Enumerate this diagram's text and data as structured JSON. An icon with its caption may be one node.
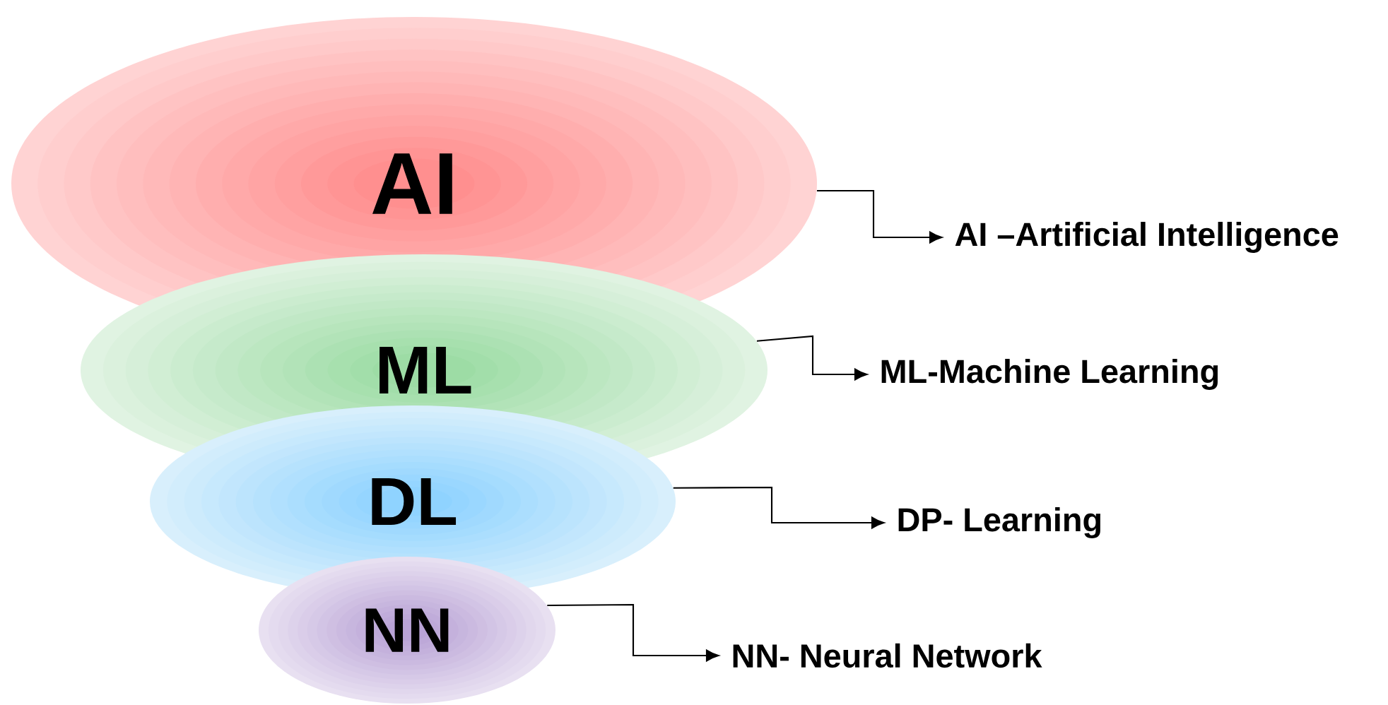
{
  "diagram": {
    "nodes": [
      {
        "text": [
          "AI"
        ]
      },
      {
        "text": [
          "ML"
        ]
      },
      {
        "text": [
          "DL"
        ]
      },
      {
        "text": [
          "NN"
        ]
      },
      {
        "text": [
          "AI –Artificial Intelligence"
        ]
      },
      {
        "text": [
          "ML-Machine Learning"
        ]
      },
      {
        "text": [
          "DP- Learning"
        ]
      },
      {
        "text": [
          "NN- Neural Network"
        ]
      }
    ],
    "edges": [
      {
        "from": 0,
        "to": 4,
        "arrow": "to"
      },
      {
        "from": 1,
        "to": 5,
        "arrow": "to"
      },
      {
        "from": 2,
        "to": 6,
        "arrow": "to"
      },
      {
        "from": 3,
        "to": 7,
        "arrow": "to"
      }
    ]
  }
}
